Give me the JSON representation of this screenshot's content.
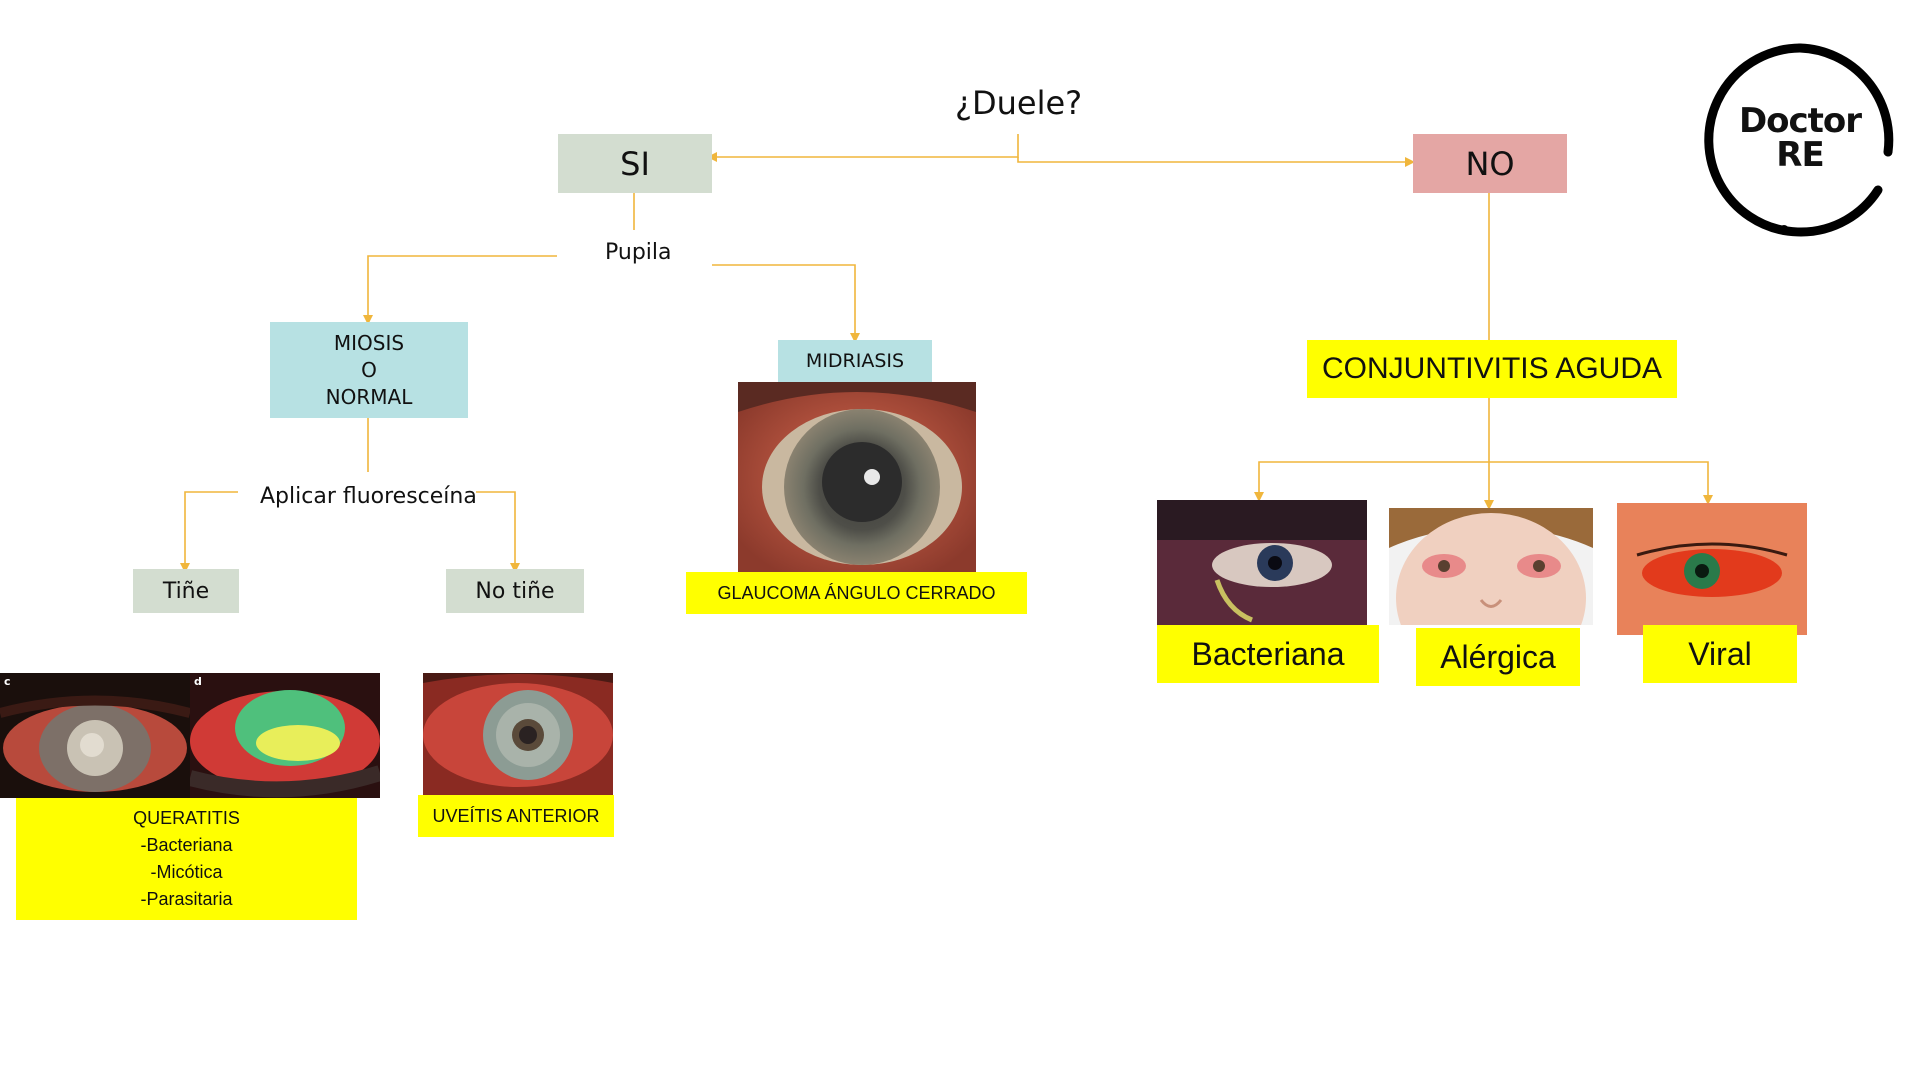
{
  "root": {
    "question": "¿Duele?"
  },
  "si": {
    "label": "SI",
    "pupila": "Pupila"
  },
  "no": {
    "label": "NO"
  },
  "miosis": {
    "line1": "MIOSIS",
    "line2": "O",
    "line3": "NORMAL"
  },
  "midriasis": {
    "label": "MIDRIASIS",
    "diagnosis": "GLAUCOMA ÁNGULO CERRADO"
  },
  "fluor": {
    "label": "Aplicar fluoresceína",
    "tine": "Tiñe",
    "no_tine": "No tiñe"
  },
  "queratitis": {
    "line1": "QUERATITIS",
    "line2": "-Bacteriana",
    "line3": "-Micótica",
    "line4": "-Parasitaria",
    "panel_c": "c",
    "panel_d": "d"
  },
  "uveitis": {
    "label": "UVEÍTIS ANTERIOR"
  },
  "conjuntivitis": {
    "label": "CONJUNTIVITIS AGUDA",
    "bacteriana": "Bacteriana",
    "alergica": "Alérgica",
    "viral": "Viral"
  },
  "logo": {
    "line1": "Doctor",
    "line2": "RE"
  },
  "colors": {
    "connector": "#f0b63c",
    "yellow_box": "#ffff00",
    "si_box": "#d3ddd0",
    "no_box": "#e4a6a4",
    "teal_box": "#b7e1e3"
  }
}
